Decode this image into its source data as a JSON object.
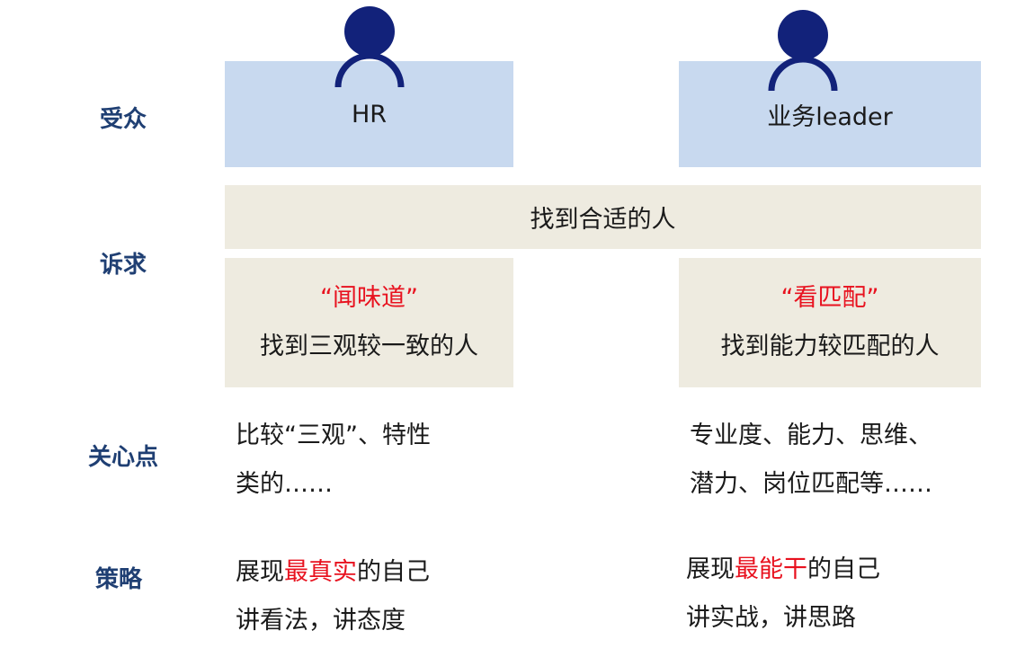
{
  "rows": {
    "audience": "受众",
    "needs": "诉求",
    "concerns": "关心点",
    "strategy": "策略"
  },
  "audience": {
    "left": "HR",
    "right": "业务leader",
    "icon": "person-icon",
    "icon_color": "#12227a",
    "box_color": "#c8d9ef"
  },
  "needs": {
    "shared": "找到合适的人",
    "left": {
      "tag": "“闻味道”",
      "desc": "找到三观较一致的人"
    },
    "right": {
      "tag": "“看匹配”",
      "desc": "找到能力较匹配的人"
    },
    "box_color": "#eeebe0",
    "accent_color": "#e8121f"
  },
  "concerns": {
    "left": {
      "line1": "比较“三观”、特性",
      "line2": "类的……"
    },
    "right": {
      "line1": "专业度、能力、思维、",
      "line2": "潜力、岗位匹配等……"
    }
  },
  "strategy": {
    "left": {
      "line1_pre": "展现",
      "line1_highlight": "最真实",
      "line1_post": "的自己",
      "line2": "讲看法，讲态度"
    },
    "right": {
      "line1_pre": "展现",
      "line1_highlight": "最能干",
      "line1_post": "的自己",
      "line2": "讲实战，讲思路"
    }
  },
  "label_color": "#1f3f73"
}
